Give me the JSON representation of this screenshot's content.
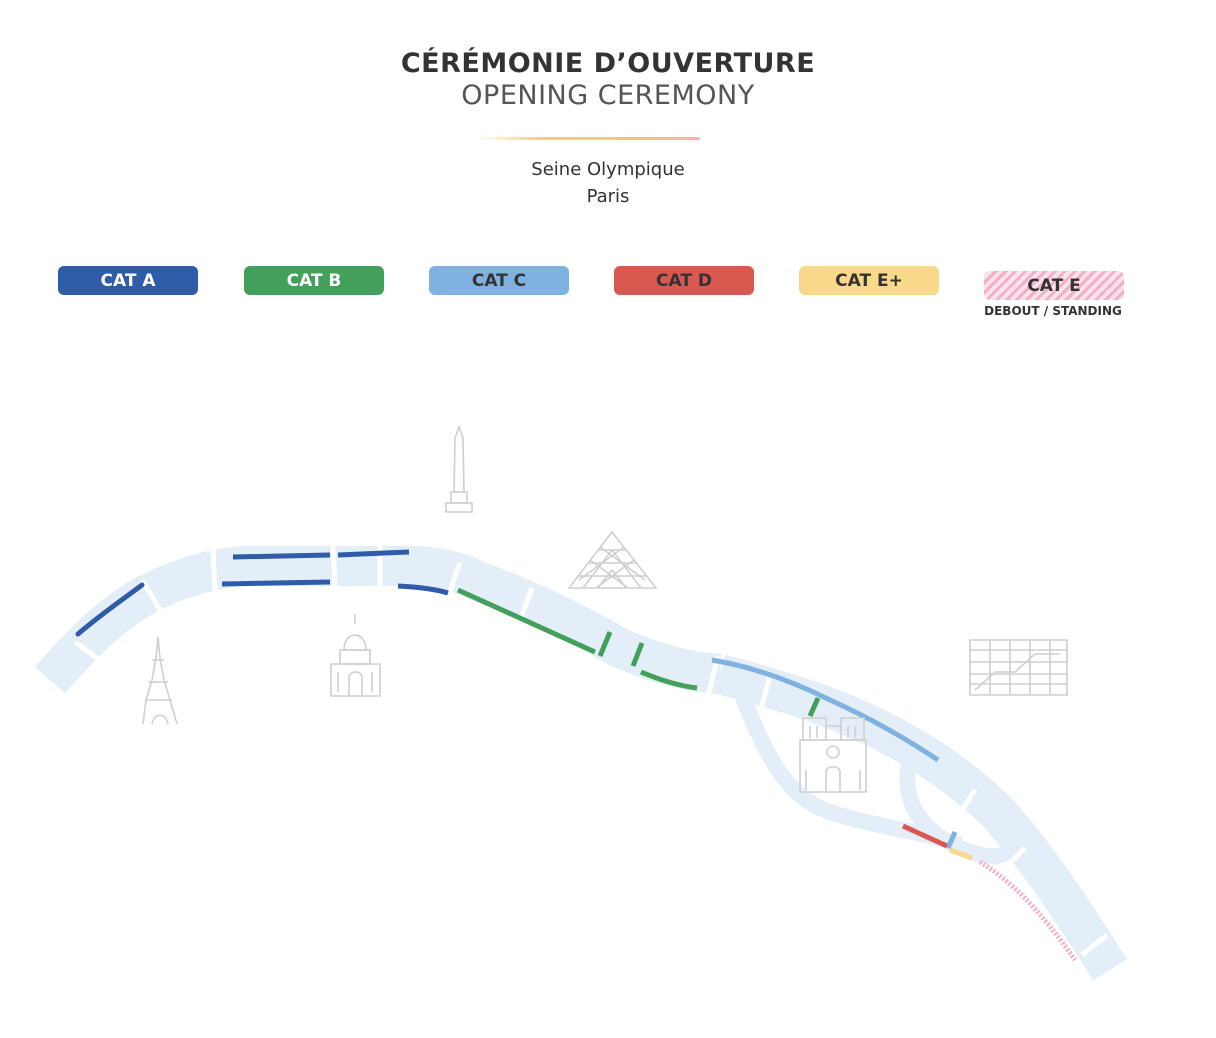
{
  "header": {
    "title_fr": "CÉRÉMONIE D’OUVERTURE",
    "title_en": "OPENING CEREMONY",
    "venue_line1": "Seine Olympique",
    "venue_line2": "Paris"
  },
  "legend": [
    {
      "label": "CAT A",
      "color": "#2f5ca8",
      "text_color": "#ffffff"
    },
    {
      "label": "CAT B",
      "color": "#43a05a",
      "text_color": "#ffffff"
    },
    {
      "label": "CAT C",
      "color": "#7fb2e0",
      "text_color": "#333333"
    },
    {
      "label": "CAT D",
      "color": "#d9584f",
      "text_color": "#333333"
    },
    {
      "label": "CAT E+",
      "color": "#f8d98a",
      "text_color": "#333333"
    },
    {
      "label": "CAT E",
      "color": "#f4b8cc",
      "text_color": "#333333",
      "pattern": "hatched",
      "sublabel": "DEBOUT / STANDING"
    }
  ],
  "landmarks": [
    "obelisk-icon",
    "louvre-pyramid-icon",
    "eiffel-tower-icon",
    "invalides-dome-icon",
    "notre-dame-icon",
    "pompidou-centre-icon"
  ],
  "colors": {
    "river": "#e4eef8",
    "landmark": "#cfcfcf"
  }
}
